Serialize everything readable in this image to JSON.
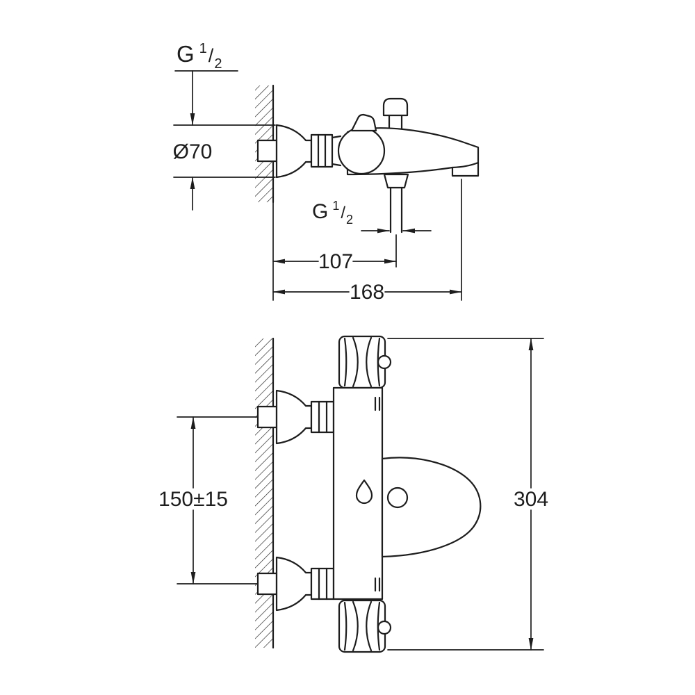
{
  "document": {
    "background": "#ffffff",
    "ink": "#1d1d1d"
  },
  "side_view": {
    "thread_top": {
      "prefix": "G",
      "numerator": "1",
      "slash": "/",
      "denominator": "2"
    },
    "escutcheon_diameter": "Ø70",
    "hose_thread": {
      "prefix": "G",
      "numerator": "1",
      "slash": "/",
      "denominator": "2"
    },
    "wall_to_hose_outlet": "107",
    "wall_to_spout_tip": "168"
  },
  "front_view": {
    "inlet_spacing": "150±15",
    "overall_height": "304"
  }
}
